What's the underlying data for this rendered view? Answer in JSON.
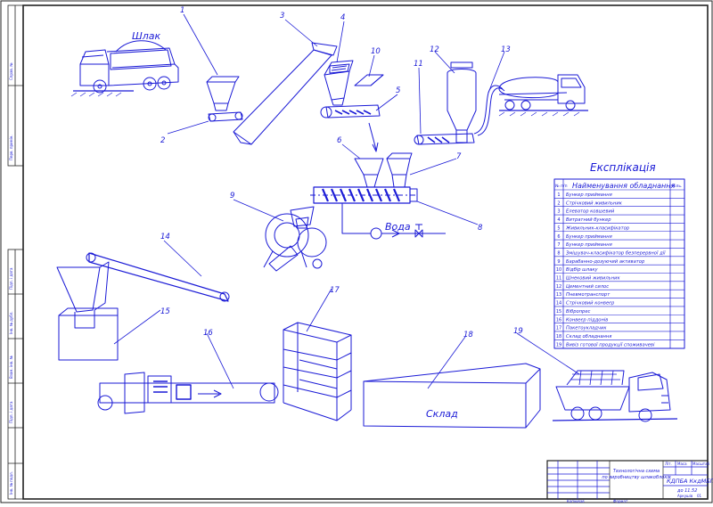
{
  "colors": {
    "ink": "#1a1ad6",
    "border": "#222222",
    "paper": "#ffffff"
  },
  "labels": {
    "slag": "Шлак",
    "water": "Вода",
    "warehouse": "Склад"
  },
  "callouts": [
    "1",
    "2",
    "3",
    "4",
    "5",
    "6",
    "7",
    "8",
    "9",
    "10",
    "11",
    "12",
    "13",
    "14",
    "15",
    "16",
    "17",
    "18",
    "19"
  ],
  "explication": {
    "title": "Експлікація",
    "headers": {
      "num": "№ п/п",
      "name": "Найменування обладнання",
      "qty": "Кіль."
    },
    "rows": [
      {
        "num": "1",
        "name": "Бункер приймання"
      },
      {
        "num": "2",
        "name": "Стрічковий живильник"
      },
      {
        "num": "3",
        "name": "Елеватор ковшевий"
      },
      {
        "num": "4",
        "name": "Витратний бункер"
      },
      {
        "num": "5",
        "name": "Живильник-класифікатор"
      },
      {
        "num": "6",
        "name": "Бункер приймання"
      },
      {
        "num": "7",
        "name": "Бункер приймання"
      },
      {
        "num": "8",
        "name": "Змішувач-класифікатор безперервної дії"
      },
      {
        "num": "9",
        "name": "Барабанно-дозуючий активатор"
      },
      {
        "num": "10",
        "name": "Відбір шлаку"
      },
      {
        "num": "11",
        "name": "Шнековий живильник"
      },
      {
        "num": "12",
        "name": "Цементний силос"
      },
      {
        "num": "13",
        "name": "Пневмотранспорт"
      },
      {
        "num": "14",
        "name": "Стрічковий конвеєр"
      },
      {
        "num": "15",
        "name": "Вібропрес"
      },
      {
        "num": "16",
        "name": "Конвеєр піддонів"
      },
      {
        "num": "17",
        "name": "Пакетоукладчик"
      },
      {
        "num": "18",
        "name": "Склад обладнання"
      },
      {
        "num": "19",
        "name": "Вивіз готової продукції споживачеві"
      }
    ]
  },
  "title_block": {
    "drawing_title": "Технологічна схема по виробництву шлакоблоків",
    "code": "КДПБА КкдМБП",
    "subcode": "до 11.52",
    "col_lit": "Літ.",
    "col_mass": "Маса",
    "col_scale": "Масштаб",
    "sheet_label": "Аркуш",
    "sheets_label": "Аркушів",
    "sheets_count": "01",
    "copied": "Копіював",
    "format": "Формат"
  },
  "side_strip": [
    "Підп. і дата",
    "Інв. № дубл.",
    "Взам. інв. №",
    "Підп. і дата",
    "Інв. № подл."
  ],
  "side_top": [
    "Перв. примін.",
    "Справ. №"
  ]
}
